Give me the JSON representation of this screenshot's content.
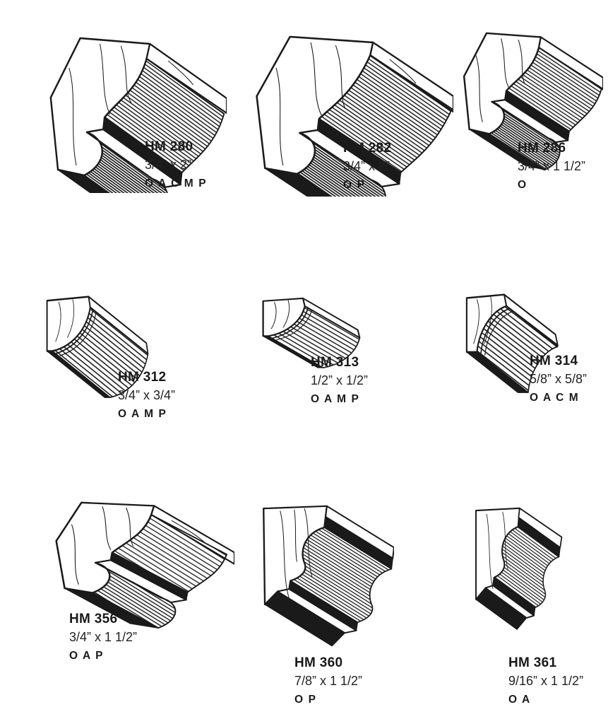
{
  "page": {
    "background_color": "#ffffff",
    "ink_color": "#1a1a1a"
  },
  "items": [
    {
      "code": "HM 280",
      "size": "3/4” x 2”",
      "availability": "O A C M P",
      "drawing": "crown-moulding-ogee-profile"
    },
    {
      "code": "HM 282",
      "size": "3/4” x 2”",
      "availability": "O P",
      "drawing": "crown-moulding-cove-bead-profile"
    },
    {
      "code": "HM 286",
      "size": "3/4” x 1 1/2”",
      "availability": "O",
      "drawing": "crown-moulding-ogee-profile"
    },
    {
      "code": "HM 312",
      "size": "3/4” x 3/4”",
      "availability": "O A M P",
      "drawing": "quarter-round-corner-profile"
    },
    {
      "code": "HM 313",
      "size": "1/2” x 1/2”",
      "availability": "O A M P",
      "drawing": "quarter-round-corner-profile"
    },
    {
      "code": "HM 314",
      "size": "5/8” x 5/8”",
      "availability": "O A C M",
      "drawing": "cove-corner-profile"
    },
    {
      "code": "HM 356",
      "size": "3/4” x 1 1/2”",
      "availability": "O A P",
      "drawing": "crown-moulding-ogee-profile"
    },
    {
      "code": "HM 360",
      "size": "7/8” x 1 1/2”",
      "availability": "O P",
      "drawing": "tall-ogee-moulding-profile"
    },
    {
      "code": "HM 361",
      "size": "9/16” x 1 1/2”",
      "availability": "O A",
      "drawing": "tall-ogee-moulding-profile"
    }
  ]
}
